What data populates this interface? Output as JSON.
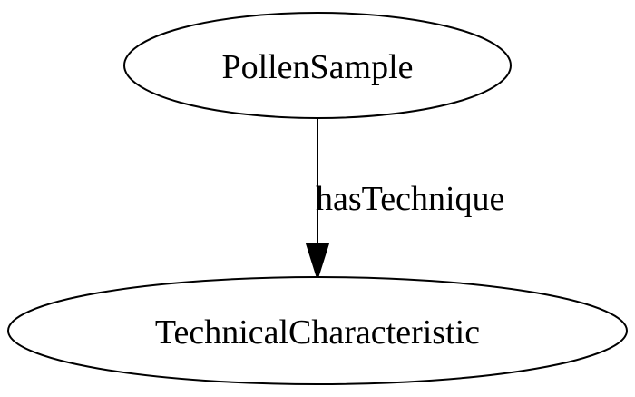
{
  "nodes": {
    "source": {
      "label": "PollenSample"
    },
    "target": {
      "label": "TechnicalCharacteristic"
    }
  },
  "edge": {
    "label": "hasTechnique"
  },
  "colors": {
    "stroke": "#000000",
    "background": "#ffffff"
  }
}
